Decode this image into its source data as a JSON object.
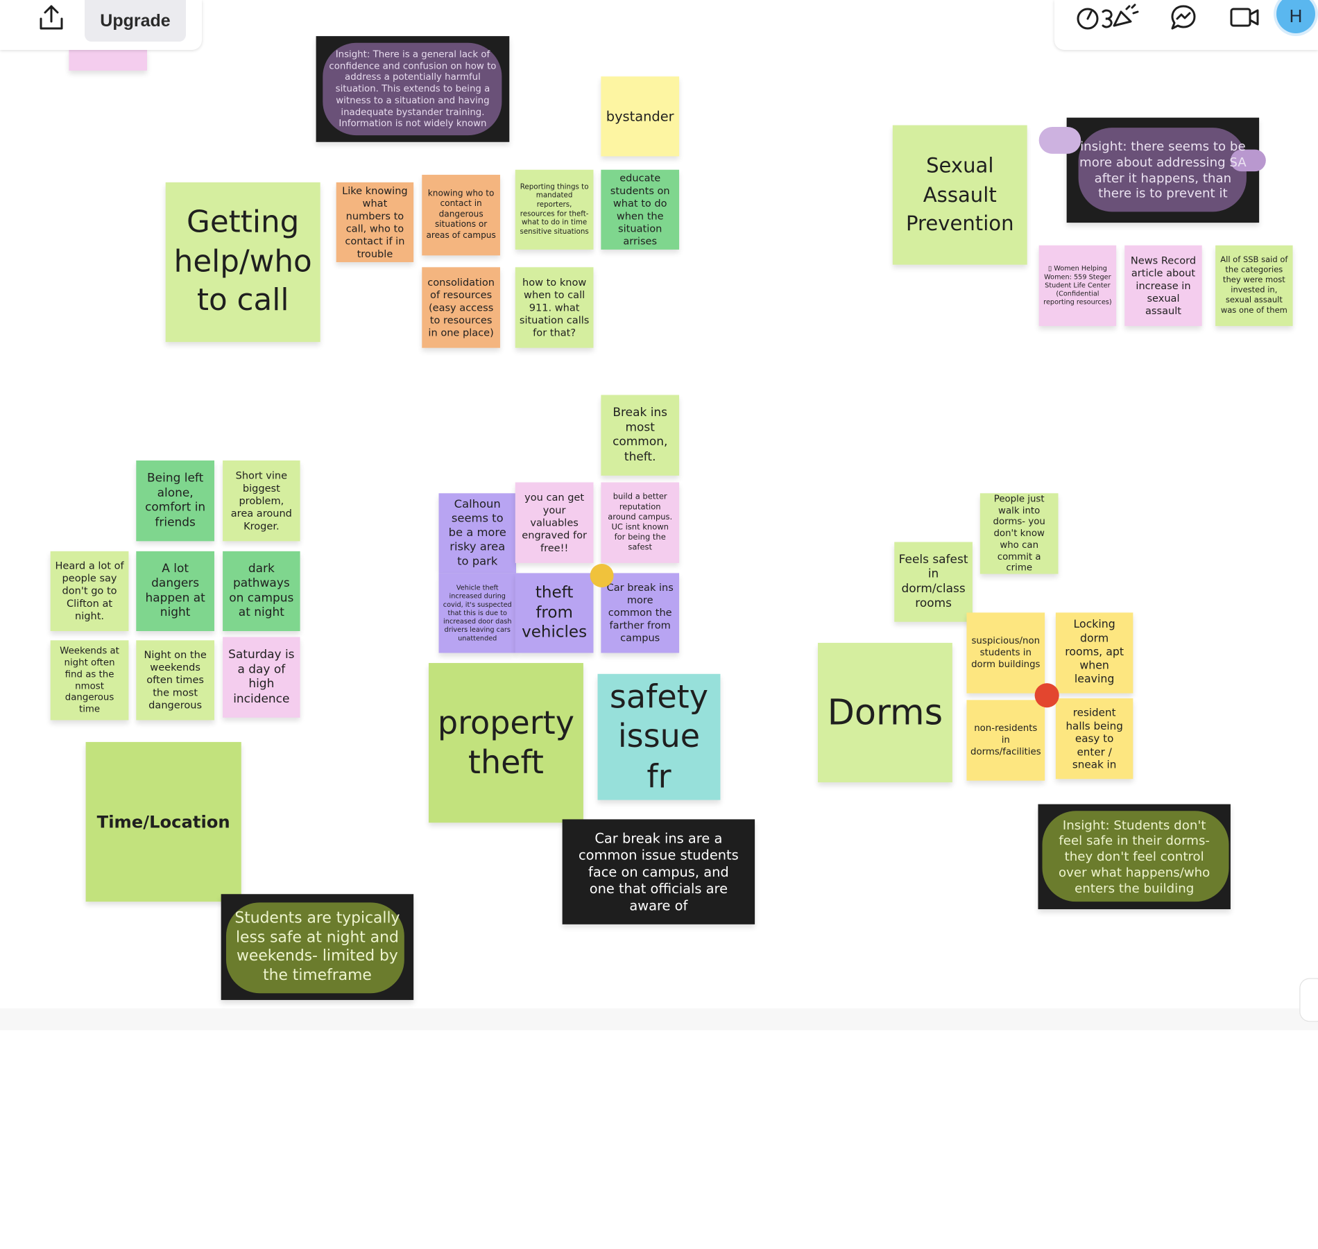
{
  "toolbar": {
    "upgrade_label": "Upgrade",
    "avatar_initial": "H"
  },
  "icons": [
    "share-icon",
    "reactions-icon",
    "comments-icon",
    "video-icon"
  ],
  "colors": {
    "green_light": "#d5ee9f",
    "green_dark": "#7fd68e",
    "orange": "#f4b57f",
    "pink": "#f4cdee",
    "purple": "#b8a4f2",
    "yellow": "#fde680",
    "yellow_pale": "#fdf5a2",
    "teal": "#97e0da",
    "lime": "#c2e27d",
    "insight_bg": "#1e1e1e",
    "avatar": "#5ab7ef"
  },
  "clusters": {
    "getting_help": {
      "title": "Getting help/who to call",
      "insight": "Insight: There is a general lack of confidence and confusion on how to address a potentially harmful situation. This extends to being a witness to a situation and having inadequate bystander training. Information is not widely known",
      "notes": [
        "Like knowing what numbers to call, who to contact if in trouble",
        "knowing who to contact in dangerous situations or areas of campus",
        "Reporting things to mandated reporters, resources for theft- what to do in time sensitive situations",
        "bystander",
        "educate students on what to do when the situation arrises",
        "consolidation of resources (easy access to resources in one place)",
        "how to know when to call 911. what situation calls for that?"
      ]
    },
    "sexual_assault": {
      "title": "Sexual Assault Prevention",
      "insight": "insight: there seems to be more about addressing SA after it happens, than there is to prevent it",
      "notes": [
        "▯ Women Helping Women: 559 Steger Student Life Center (Confidential reporting resources)",
        "News Record article about increase in sexual assault",
        "All of SSB said of the categories they were most invested in, sexual assault was one of them"
      ]
    },
    "time_location": {
      "title": "Time/Location",
      "insight": "Students are typically less safe at night and weekends- limited by the timeframe",
      "notes": [
        "Being left alone, comfort in friends",
        "Short vine biggest problem, area around Kroger.",
        "Heard a lot of people say don't go to Clifton at night.",
        "A lot dangers happen at night",
        "dark pathways on campus at night",
        "Weekends at night often find as the nmost dangerous time",
        "Night on the weekends often times the most dangerous",
        "Saturday is a day of high incidence"
      ]
    },
    "property_theft": {
      "title": "property theft",
      "title2": "safety issue fr",
      "insight": "Car break ins are a common issue students face on campus, and one that officials are aware of",
      "notes": [
        "Break ins most common, theft.",
        "Calhoun seems to be a more risky area to park",
        "you can get your valuables engraved for free!!",
        "build a better reputation around campus. UC isnt known for being the safest",
        "Vehicle theft increased during covid, it's suspected that this is due to increased door dash drivers leaving cars unattended",
        "theft from vehicles",
        "Car break ins more common the farther from campus"
      ]
    },
    "dorms": {
      "title": "Dorms",
      "insight": "Insight: Students don't feel safe in their dorms- they don't feel control over what happens/who enters the building",
      "notes": [
        "People just walk into dorms- you don't know who can commit a crime",
        "Feels safest in dorm/class rooms",
        "suspicious/non students in dorm buildings",
        "Locking dorm rooms, apt when leaving",
        "non-residents in dorms/facilities",
        "resident halls being easy to enter / sneak in"
      ]
    }
  }
}
